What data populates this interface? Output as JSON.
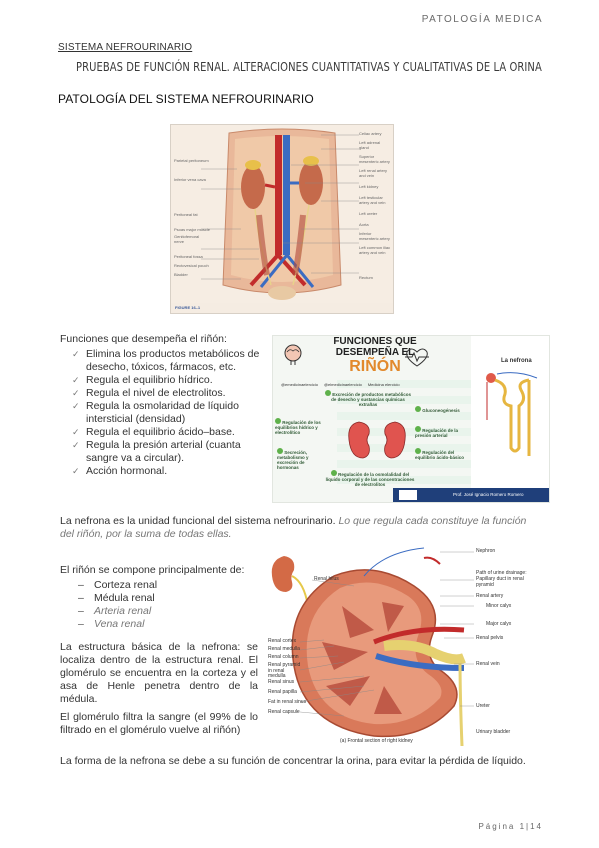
{
  "header": {
    "right_label": "PATOLOGÍA MEDICA"
  },
  "section_label": "SISTEMA NEFROURINARIO",
  "title": "PRUEBAS DE FUNCIÓN RENAL. ALTERACIONES CUANTITATIVAS Y CUALITATIVAS DE LA ORINA",
  "subtitle": "PATOLOGÍA DEL SISTEMA NEFROURINARIO",
  "figure1": {
    "caption_label": "FIGURE 16–1",
    "labels_left": [
      "Parietal peritoneum",
      "Inferior vena cava",
      "Peritoneal fat",
      "Psoas major muscle",
      "Genitofemoral nerve",
      "Peritoneal fossa",
      "Rectovesical pouch",
      "Bladder"
    ],
    "labels_right": [
      "Celiac artery",
      "Left adrenal gland",
      "Superior mesenteric artery",
      "Left renal artery and vein",
      "Left kidney",
      "Left testicular artery and vein",
      "Left ureter",
      "Aorta",
      "Inferior mesenteric artery",
      "Left common iliac artery and vein",
      "Rectum"
    ]
  },
  "funciones": {
    "heading": "Funciones que desempeña el riñón:",
    "items": [
      "Elimina los productos metabólicos de desecho, tóxicos, fármacos, etc.",
      "Regula el equilibrio hídrico.",
      "Regula el nivel de electrolitos.",
      "Regula la osmolaridad de líquido intersticial (densidad)",
      "Regula el equilibrio ácido–base.",
      "Regula la presión arterial (cuanta sangre va a circular).",
      "Acción hormonal."
    ]
  },
  "infographic": {
    "title_line1": "FUNCIONES QUE",
    "title_line2": "DESEMPEÑA EL",
    "title_line3": "RIÑÓN",
    "social": [
      "@emedicinaelercicio",
      "@elmedicinaelercicio",
      "Medicina elercicio"
    ],
    "center_item": "Excreción de productos metabólicos de desecho y sustancias químicas extrañas",
    "left_items": [
      "Regulación de los equilibrios hídrico y electrolítico",
      "Secreción, metabolismo y excreción de hormonas"
    ],
    "right_items": [
      "Gluconeogénesis",
      "Regulación de la presión arterial",
      "Regulación del equilibrio ácido-básico"
    ],
    "bottom_item": "Regulación de la osmolalidad del líquido corporal y de las concentraciones de electrolitos",
    "author": "Prof. José Ignacio Romero Romero",
    "nephron_title": "La nefrona"
  },
  "nefrona_text": {
    "normal": "La nefrona es la unidad funcional del sistema nefrourinario.",
    "italic": "Lo que regula cada constituye la función del riñón, por la suma de todas ellas."
  },
  "componentes": {
    "heading": "El riñón se compone principalmente de:",
    "items": [
      {
        "text": "Corteza renal",
        "style": "normal"
      },
      {
        "text": "Médula renal",
        "style": "normal"
      },
      {
        "text": "Arteria renal",
        "style": "italic"
      },
      {
        "text": "Vena renal",
        "style": "italic"
      }
    ]
  },
  "paragraphs": [
    "La estructura básica de la nefrona: se localiza dentro de la estructura renal. El glomérulo se encuentra en la corteza y el asa de Henle penetra dentro de la médula.",
    "El glomérulo filtra la sangre (el 99% de lo filtrado en el glomérulo vuelve al riñón)",
    "La forma de la nefrona se debe a su función de concentrar la orina, para evitar la pérdida de líquido."
  ],
  "figure2": {
    "labels_left": [
      "Renal hilus",
      "Renal cortex",
      "Renal medulla",
      "Renal column",
      "Renal pyramid in renal medulla",
      "Renal sinus",
      "Renal papilla",
      "Fat in renal sinus",
      "Renal capsule"
    ],
    "labels_right": [
      "Nephron",
      "Path of urine drainage:",
      "Papillary duct in renal pyramid",
      "Renal artery",
      "Minor calyx",
      "Major calyx",
      "Renal pelvis",
      "Renal vein",
      "Ureter",
      "Urinary bladder"
    ],
    "caption": "(a) Frontal section of right kidney"
  },
  "footer": {
    "page_label": "Página 1|14"
  }
}
